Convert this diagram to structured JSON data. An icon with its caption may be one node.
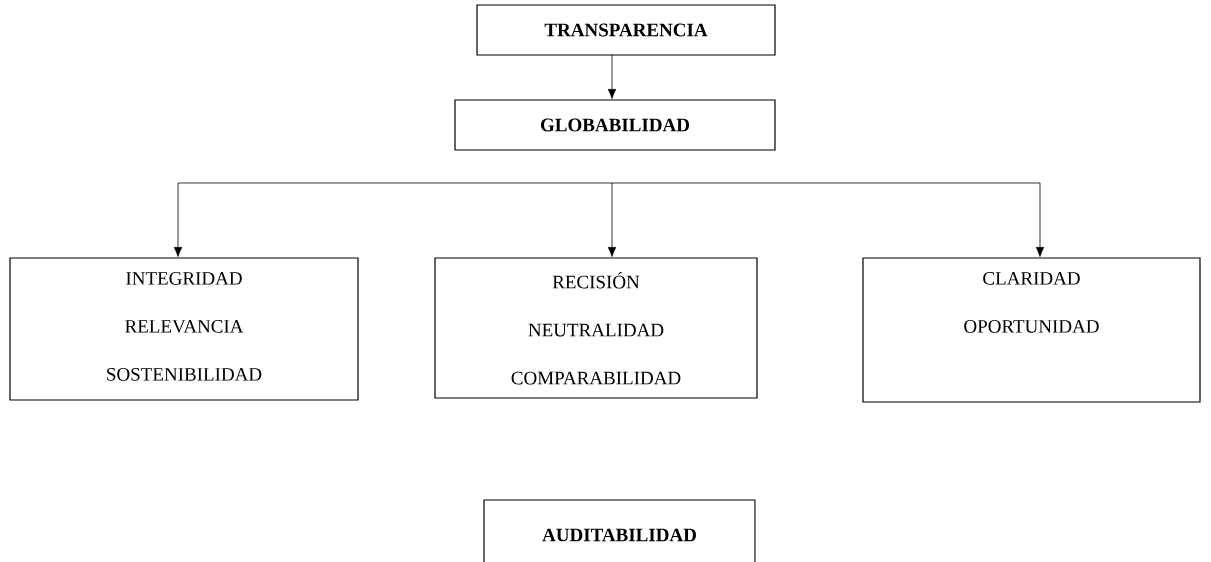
{
  "diagram": {
    "nodes": [
      {
        "text": [
          "TRANSPARENCIA"
        ]
      },
      {
        "text": [
          "GLOBABILIDAD"
        ]
      },
      {
        "text": [
          "INTEGRIDAD",
          "RELEVANCIA",
          "SOSTENIBILIDAD"
        ]
      },
      {
        "text": [
          "RECISIÓN",
          "NEUTRALIDAD",
          "COMPARABILIDAD"
        ]
      },
      {
        "text": [
          "CLARIDAD",
          "OPORTUNIDAD"
        ]
      },
      {
        "text": [
          "AUDITABILIDAD"
        ]
      }
    ],
    "edges": [
      {
        "from": 0,
        "to": 1,
        "arrow": "to"
      },
      {
        "from": null,
        "to": 2,
        "arrow": "to"
      },
      {
        "from": null,
        "to": 3,
        "arrow": "to"
      },
      {
        "from": null,
        "to": 4,
        "arrow": "to"
      }
    ]
  }
}
